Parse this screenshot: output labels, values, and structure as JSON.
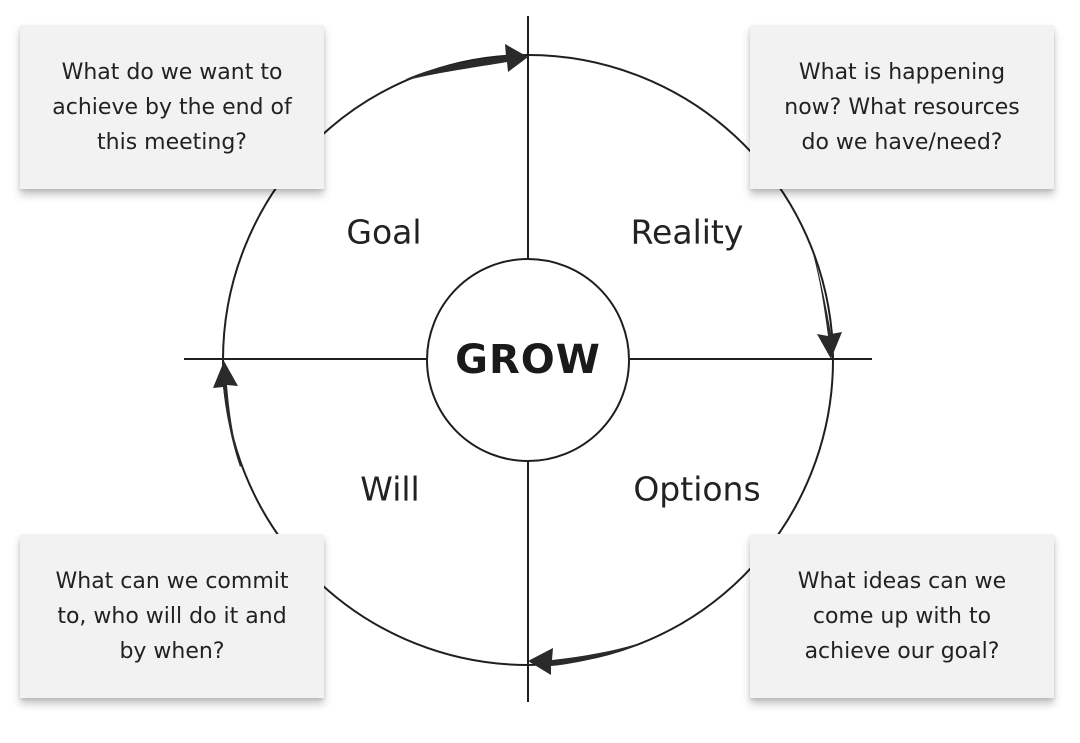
{
  "center": {
    "title": "GROW"
  },
  "quadrants": {
    "goal": "Goal",
    "reality": "Reality",
    "will": "Will",
    "options": "Options"
  },
  "notes": {
    "goal": "What do we want to\nachieve by the end of\nthis meeting?",
    "reality": "What is happening\nnow? What resources\ndo we have/need?",
    "will": "What can we commit\nto, who will do it and\nby when?",
    "options": "What ideas can we\ncome up with to\nachieve our goal?"
  },
  "colors": {
    "line": "#1f1f1f",
    "note_background": "#f2f2f2",
    "text": "#222222"
  }
}
